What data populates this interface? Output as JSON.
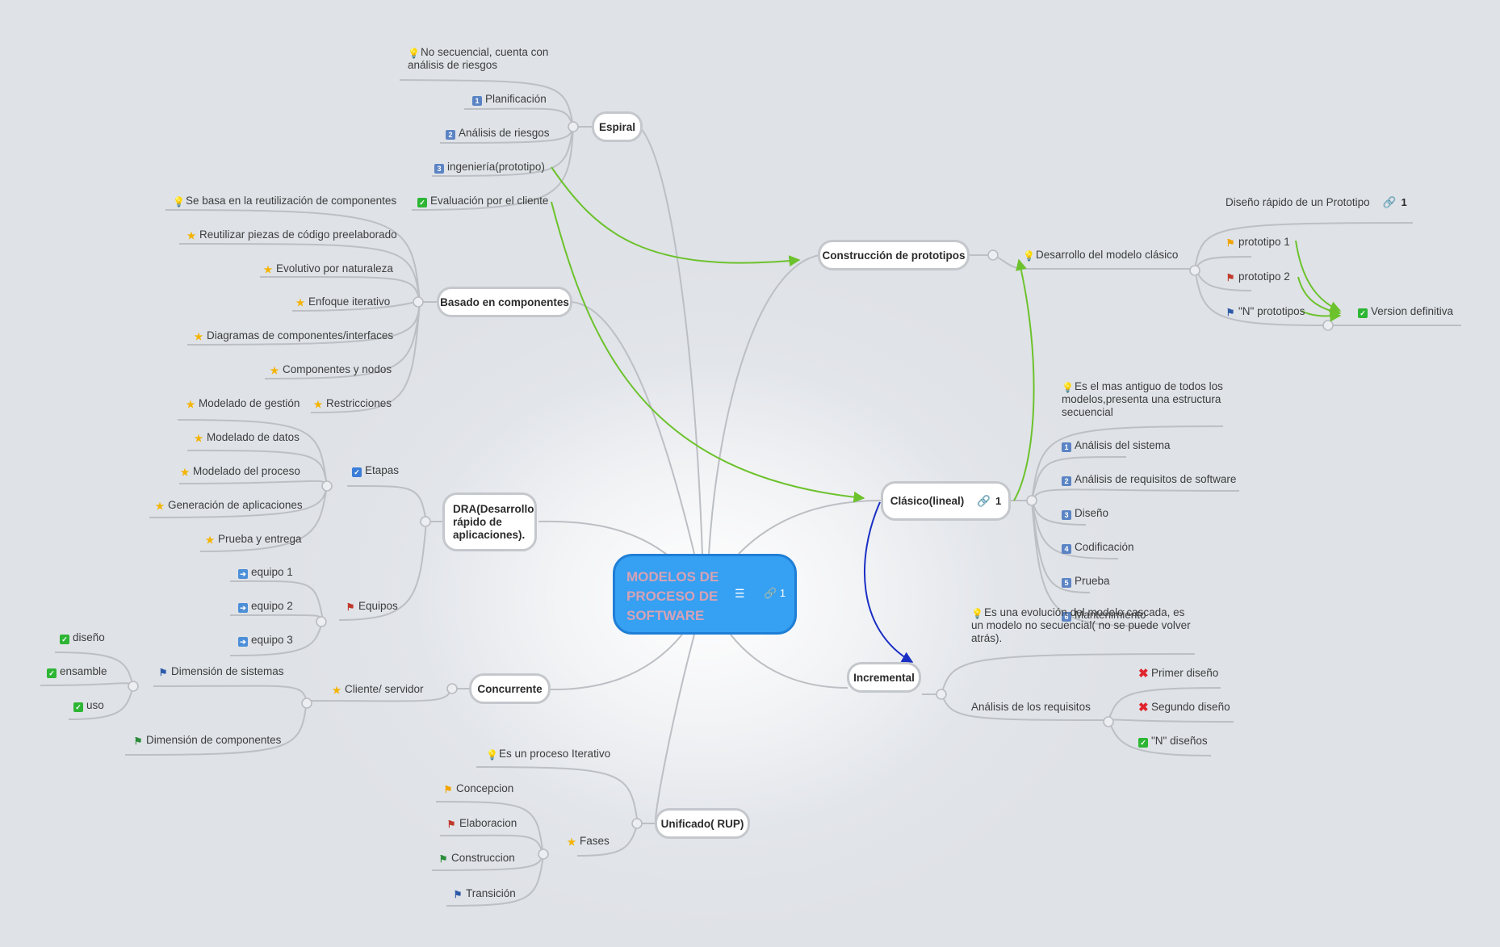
{
  "root": {
    "title": "MODELOS DE PROCESO DE SOFTWARE",
    "notes_icon": "notes-icon",
    "link_count": "1"
  },
  "branches": {
    "espiral": {
      "title": "Espiral",
      "items": [
        "No secuencial, cuenta con análisis de riesgos",
        "Planificación",
        "Análisis de riesgos",
        "ingeniería(prototipo)",
        "Evaluación por el cliente"
      ],
      "item_icons": [
        "bulb",
        "1",
        "2",
        "3",
        "check"
      ]
    },
    "componentes": {
      "title": "Basado en componentes",
      "items": [
        "Se basa en la reutilización de componentes",
        "Reutilizar piezas de código preelaborado",
        "Evolutivo por naturaleza",
        "Enfoque iterativo",
        "Diagramas de componentes/interfaces",
        "Componentes y nodos",
        "Restricciones"
      ],
      "item_icons": [
        "bulb",
        "star",
        "star",
        "star",
        "star",
        "star",
        "star"
      ]
    },
    "dra": {
      "title": "DRA(Desarrollo rápido de aplicaciones).",
      "etapas": {
        "label": "Etapas",
        "items": [
          "Modelado de gestión",
          "Modelado de datos",
          "Modelado del proceso",
          "Generación de aplicaciones",
          "Prueba y entrega"
        ]
      },
      "equipos": {
        "label": "Equipos",
        "items": [
          "equipo 1",
          "equipo 2",
          "equipo 3"
        ]
      }
    },
    "concurrente": {
      "title": "Concurrente",
      "cliente": "Cliente/ servidor",
      "sistemas": {
        "label": "Dimensión de sistemas",
        "items": [
          "diseño",
          "ensamble",
          "uso"
        ]
      },
      "componentes": "Dimensión de componentes"
    },
    "rup": {
      "title": "Unificado( RUP)",
      "desc": "Es un proceso Iterativo",
      "fases": {
        "label": "Fases",
        "items": [
          "Concepcion",
          "Elaboracion",
          "Construccion",
          "Transición"
        ]
      }
    },
    "prototipos": {
      "title": "Construcción de prototipos",
      "clasico": "Desarrollo del modelo clásico",
      "rapido": "Diseño rápido de un Prototipo",
      "rapido_link_count": "1",
      "items": [
        "prototipo 1",
        "prototipo 2",
        "\"N\" prototipos"
      ],
      "final": "Version definitiva"
    },
    "clasico": {
      "title": "Clásico(lineal)",
      "link_count": "1",
      "desc": "Es el mas antiguo de todos los modelos,presenta una estructura  secuencial",
      "items": [
        "Análisis del sistema",
        "Análisis de requisitos de software",
        "Diseño",
        "Codificación",
        "Prueba",
        "Mantenimiento"
      ]
    },
    "incremental": {
      "title": "Incremental",
      "desc": "Es una evolución del modelo cascada, es un modelo no secuencial( no se puede volver atrás).",
      "requisitos": {
        "label": "Análisis de los requisitos",
        "items": [
          "Primer diseño",
          "Segundo diseño",
          "\"N\" diseños"
        ],
        "item_icons": [
          "x",
          "x",
          "check"
        ]
      }
    }
  },
  "colors": {
    "root_fill": "#36a0f2",
    "relation_green": "#6cc22c",
    "relation_blue": "#1a2fc4",
    "line": "#b9bcc2"
  }
}
